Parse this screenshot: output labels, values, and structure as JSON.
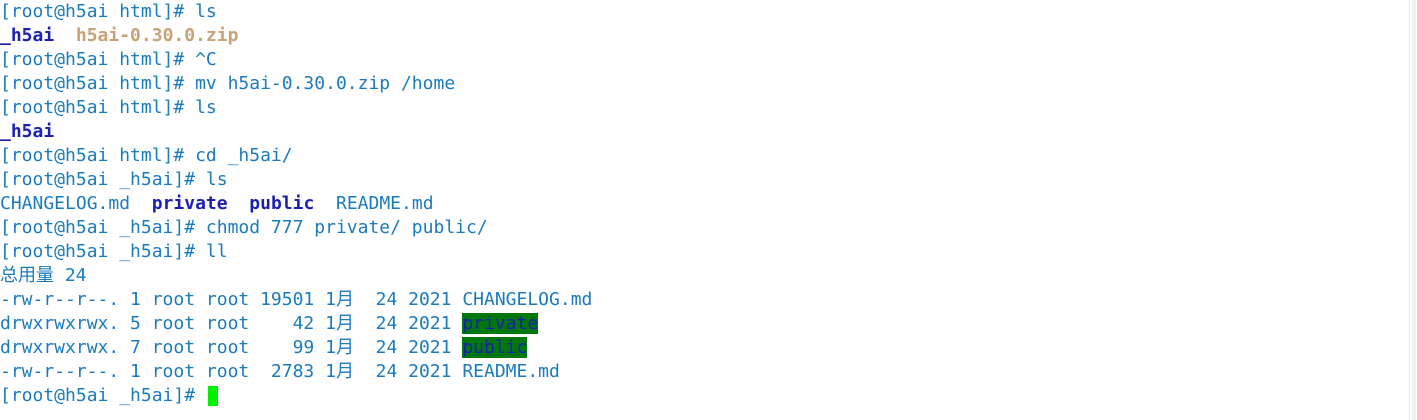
{
  "terminal": {
    "lines": [
      [
        "[root@h5ai html]# ls"
      ],
      [
        "_h5ai",
        "  ",
        "h5ai-0.30.0.zip"
      ],
      [
        "[root@h5ai html]# ^C"
      ],
      [
        "[root@h5ai html]# mv h5ai-0.30.0.zip /home"
      ],
      [
        "[root@h5ai html]# ls"
      ],
      [
        "_h5ai"
      ],
      [
        "[root@h5ai html]# cd _h5ai/"
      ],
      [
        "[root@h5ai _h5ai]# ls"
      ],
      [
        "CHANGELOG.md",
        "  ",
        "private",
        "  ",
        "public",
        "  ",
        "README.md"
      ],
      [
        "[root@h5ai _h5ai]# chmod 777 private/ public/"
      ],
      [
        "[root@h5ai _h5ai]# ll"
      ],
      [
        "总用量 24"
      ],
      [
        "-rw-r--r--. 1 root root 19501 1月  24 2021 ",
        "CHANGELOG.md"
      ],
      [
        "drwxrwxrwx. 5 root root    42 1月  24 2021 ",
        "private"
      ],
      [
        "drwxrwxrwx. 7 root root    99 1月  24 2021 ",
        "public"
      ],
      [
        "-rw-r--r--. 1 root root  2783 1月  24 2021 ",
        "README.md"
      ],
      [
        "[root@h5ai _h5ai]# "
      ]
    ]
  },
  "colors": {
    "text": "#1a7bbd",
    "directory": "#1d1fb2",
    "archive": "#c8a277",
    "dir_highlight_bg": "#00760c",
    "cursor": "#00f000",
    "background": "#ffffff"
  }
}
